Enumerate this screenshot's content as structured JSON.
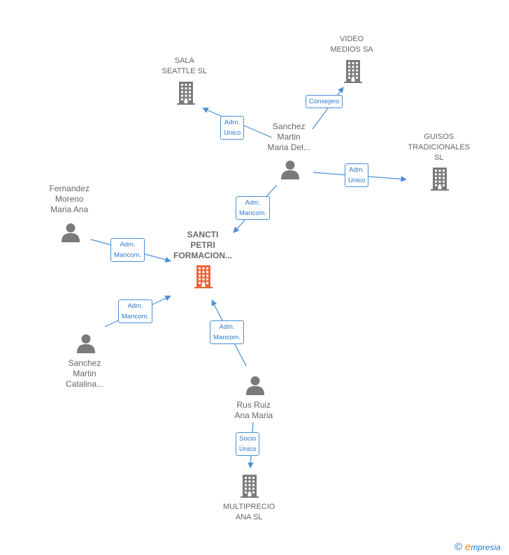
{
  "colors": {
    "edge": "#4a8fd6",
    "node_gray": "#7a7a7a",
    "node_main": "#f0643c"
  },
  "nodes": [
    {
      "id": "sancti",
      "type": "company",
      "main": true,
      "lines": [
        "SANCTI",
        "PETRI",
        "FORMACION..."
      ]
    },
    {
      "id": "sala",
      "type": "company",
      "lines": [
        "SALA",
        "SEATTLE SL"
      ]
    },
    {
      "id": "video",
      "type": "company",
      "lines": [
        "VIDEO",
        "MEDIOS SA"
      ]
    },
    {
      "id": "guisos",
      "type": "company",
      "lines": [
        "GUISOS",
        "TRADICIONALES",
        "SL"
      ]
    },
    {
      "id": "multiprecio",
      "type": "company",
      "lines": [
        "MULTIPRECIO",
        "ANA SL"
      ]
    },
    {
      "id": "sanchez_del",
      "type": "person",
      "lines": [
        "Sanchez",
        "Martin",
        "Maria Del..."
      ]
    },
    {
      "id": "fernandez",
      "type": "person",
      "lines": [
        "Fernandez",
        "Moreno",
        "Maria Ana"
      ]
    },
    {
      "id": "catalina",
      "type": "person",
      "lines": [
        "Sanchez",
        "Martin",
        "Catalina..."
      ]
    },
    {
      "id": "rus",
      "type": "person",
      "lines": [
        "Rus Ruiz",
        "Ana Maria"
      ]
    }
  ],
  "edges": [
    {
      "from": "sanchez_del",
      "to": "sala",
      "label": [
        "Adm.",
        "Unico"
      ]
    },
    {
      "from": "sanchez_del",
      "to": "video",
      "label": [
        "Consejero"
      ]
    },
    {
      "from": "sanchez_del",
      "to": "guisos",
      "label": [
        "Adm.",
        "Unico"
      ]
    },
    {
      "from": "sanchez_del",
      "to": "sancti",
      "label": [
        "Adm.",
        "Mancom."
      ]
    },
    {
      "from": "fernandez",
      "to": "sancti",
      "label": [
        "Adm.",
        "Mancom."
      ]
    },
    {
      "from": "catalina",
      "to": "sancti",
      "label": [
        "Adm.",
        "Mancom."
      ]
    },
    {
      "from": "rus",
      "to": "sancti",
      "label": [
        "Adm.",
        "Mancom."
      ]
    },
    {
      "from": "rus",
      "to": "multiprecio",
      "label": [
        "Socio",
        "Único"
      ]
    }
  ],
  "brand": {
    "copyright": "©",
    "initial": "e",
    "rest": "mpresia"
  }
}
